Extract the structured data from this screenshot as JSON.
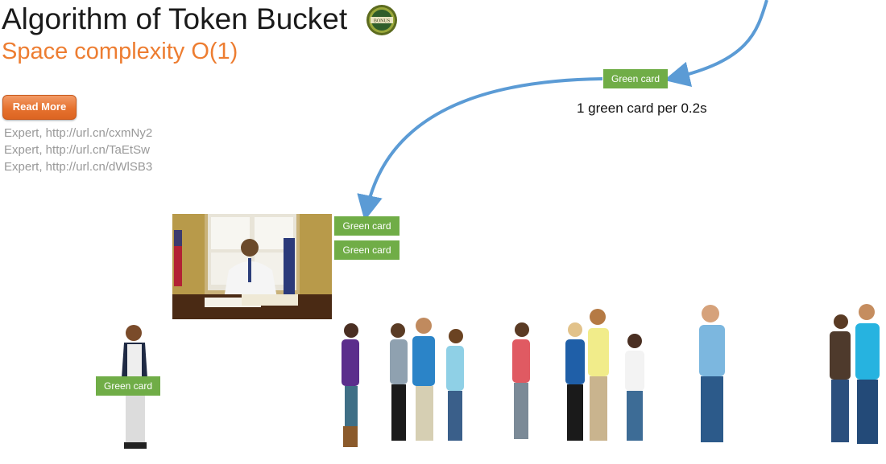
{
  "slide": {
    "title": "Algorithm of Token Bucket",
    "subtitle": "Space complexity O(1)",
    "badge_text": "BONUS",
    "read_more_label": "Read More",
    "links": [
      "Expert, http://url.cn/cxmNy2",
      "Expert, http://url.cn/TaEtSw",
      "Expert, http://url.cn/dWlSB3"
    ],
    "green_card_label": "Green card",
    "rate_label": "1 green card per 0.2s"
  },
  "colors": {
    "title": "#1a1a1a",
    "subtitle": "#ed7d31",
    "green_card": "#70ad47",
    "arrow": "#5b9bd5",
    "links": "#999999",
    "read_more": "#e6722f"
  }
}
